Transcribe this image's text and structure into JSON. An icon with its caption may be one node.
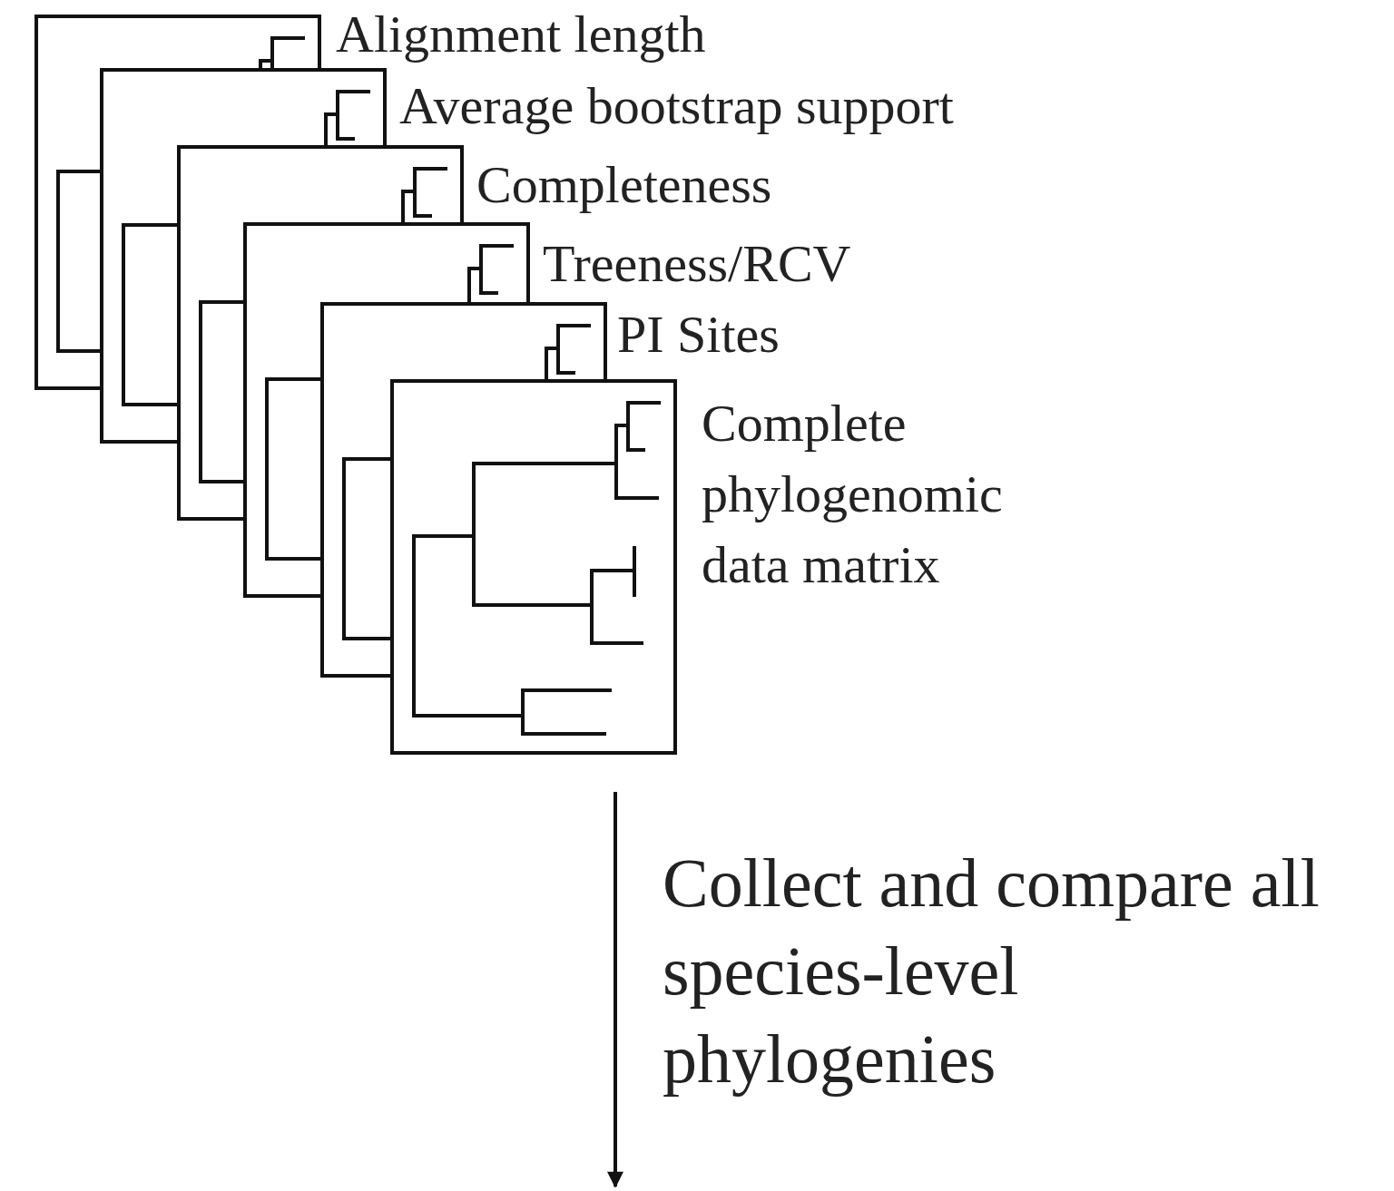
{
  "diagram": {
    "nodes": [
      {
        "text": [
          "Alignment length"
        ]
      },
      {
        "text": [
          "Average bootstrap support"
        ]
      },
      {
        "text": [
          "Completeness"
        ]
      },
      {
        "text": [
          "Treeness/RCV"
        ]
      },
      {
        "text": [
          "PI Sites"
        ]
      },
      {
        "text": [
          "Complete phylogenomic data matrix"
        ]
      }
    ],
    "labels": [
      "Collect and compare all species-level phylogenies"
    ]
  }
}
